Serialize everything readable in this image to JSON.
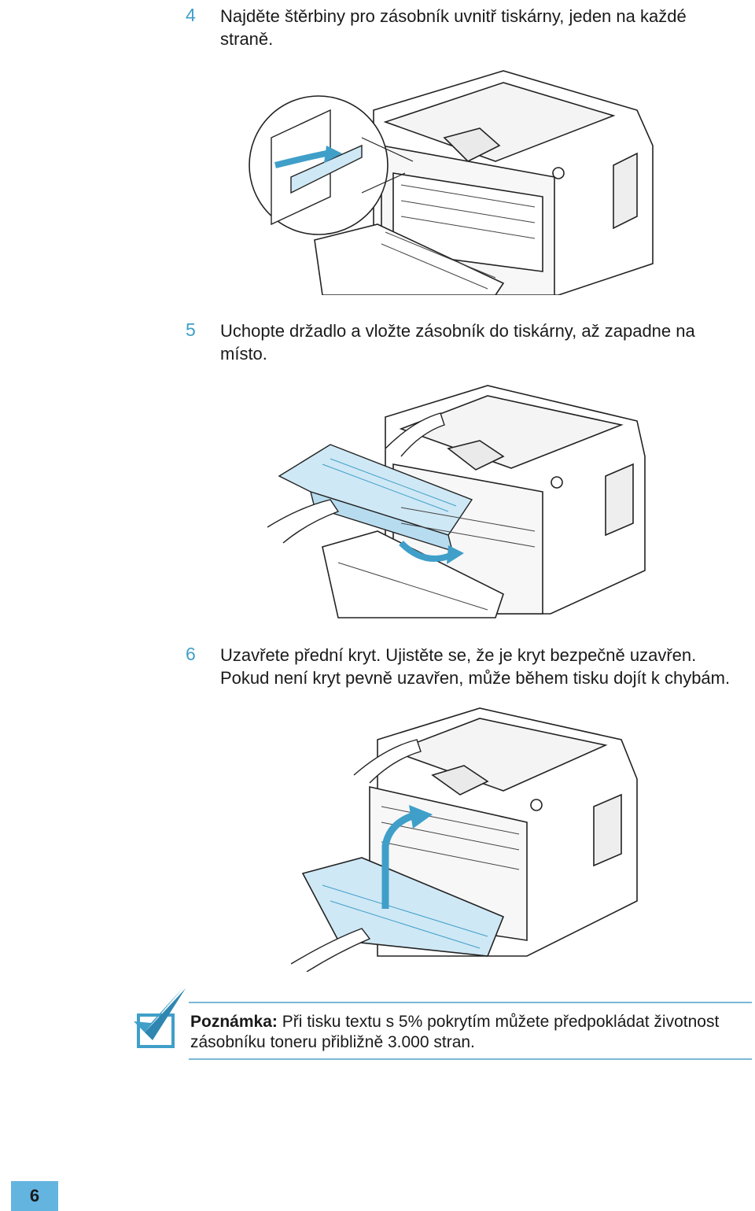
{
  "steps": [
    {
      "number": "4",
      "line1": "Najděte štěrbiny pro zásobník uvnitř tiskárny, jeden na každé",
      "line2": "straně."
    },
    {
      "number": "5",
      "line1": "Uchopte držadlo a vložte zásobník do tiskárny, až zapadne na",
      "line2": "místo."
    },
    {
      "number": "6",
      "line1": "Uzavřete přední kryt. Ujistěte se, že je kryt bezpečně uzavřen.",
      "line2": "Pokud není kryt pevně uzavřen, může během tisku dojít k chybám."
    }
  ],
  "note": {
    "label": "Poznámka:",
    "line1": " Při tisku textu s 5% pokrytím můžete předpokládat životnost",
    "line2": "zásobníku toneru přibližně 3.000 stran."
  },
  "page_number": "6",
  "colors": {
    "accent": "#3f9fc9",
    "light_blue": "#cfe8f5",
    "badge": "#64b4e0"
  },
  "icons": [
    "checkmark-note-icon"
  ]
}
